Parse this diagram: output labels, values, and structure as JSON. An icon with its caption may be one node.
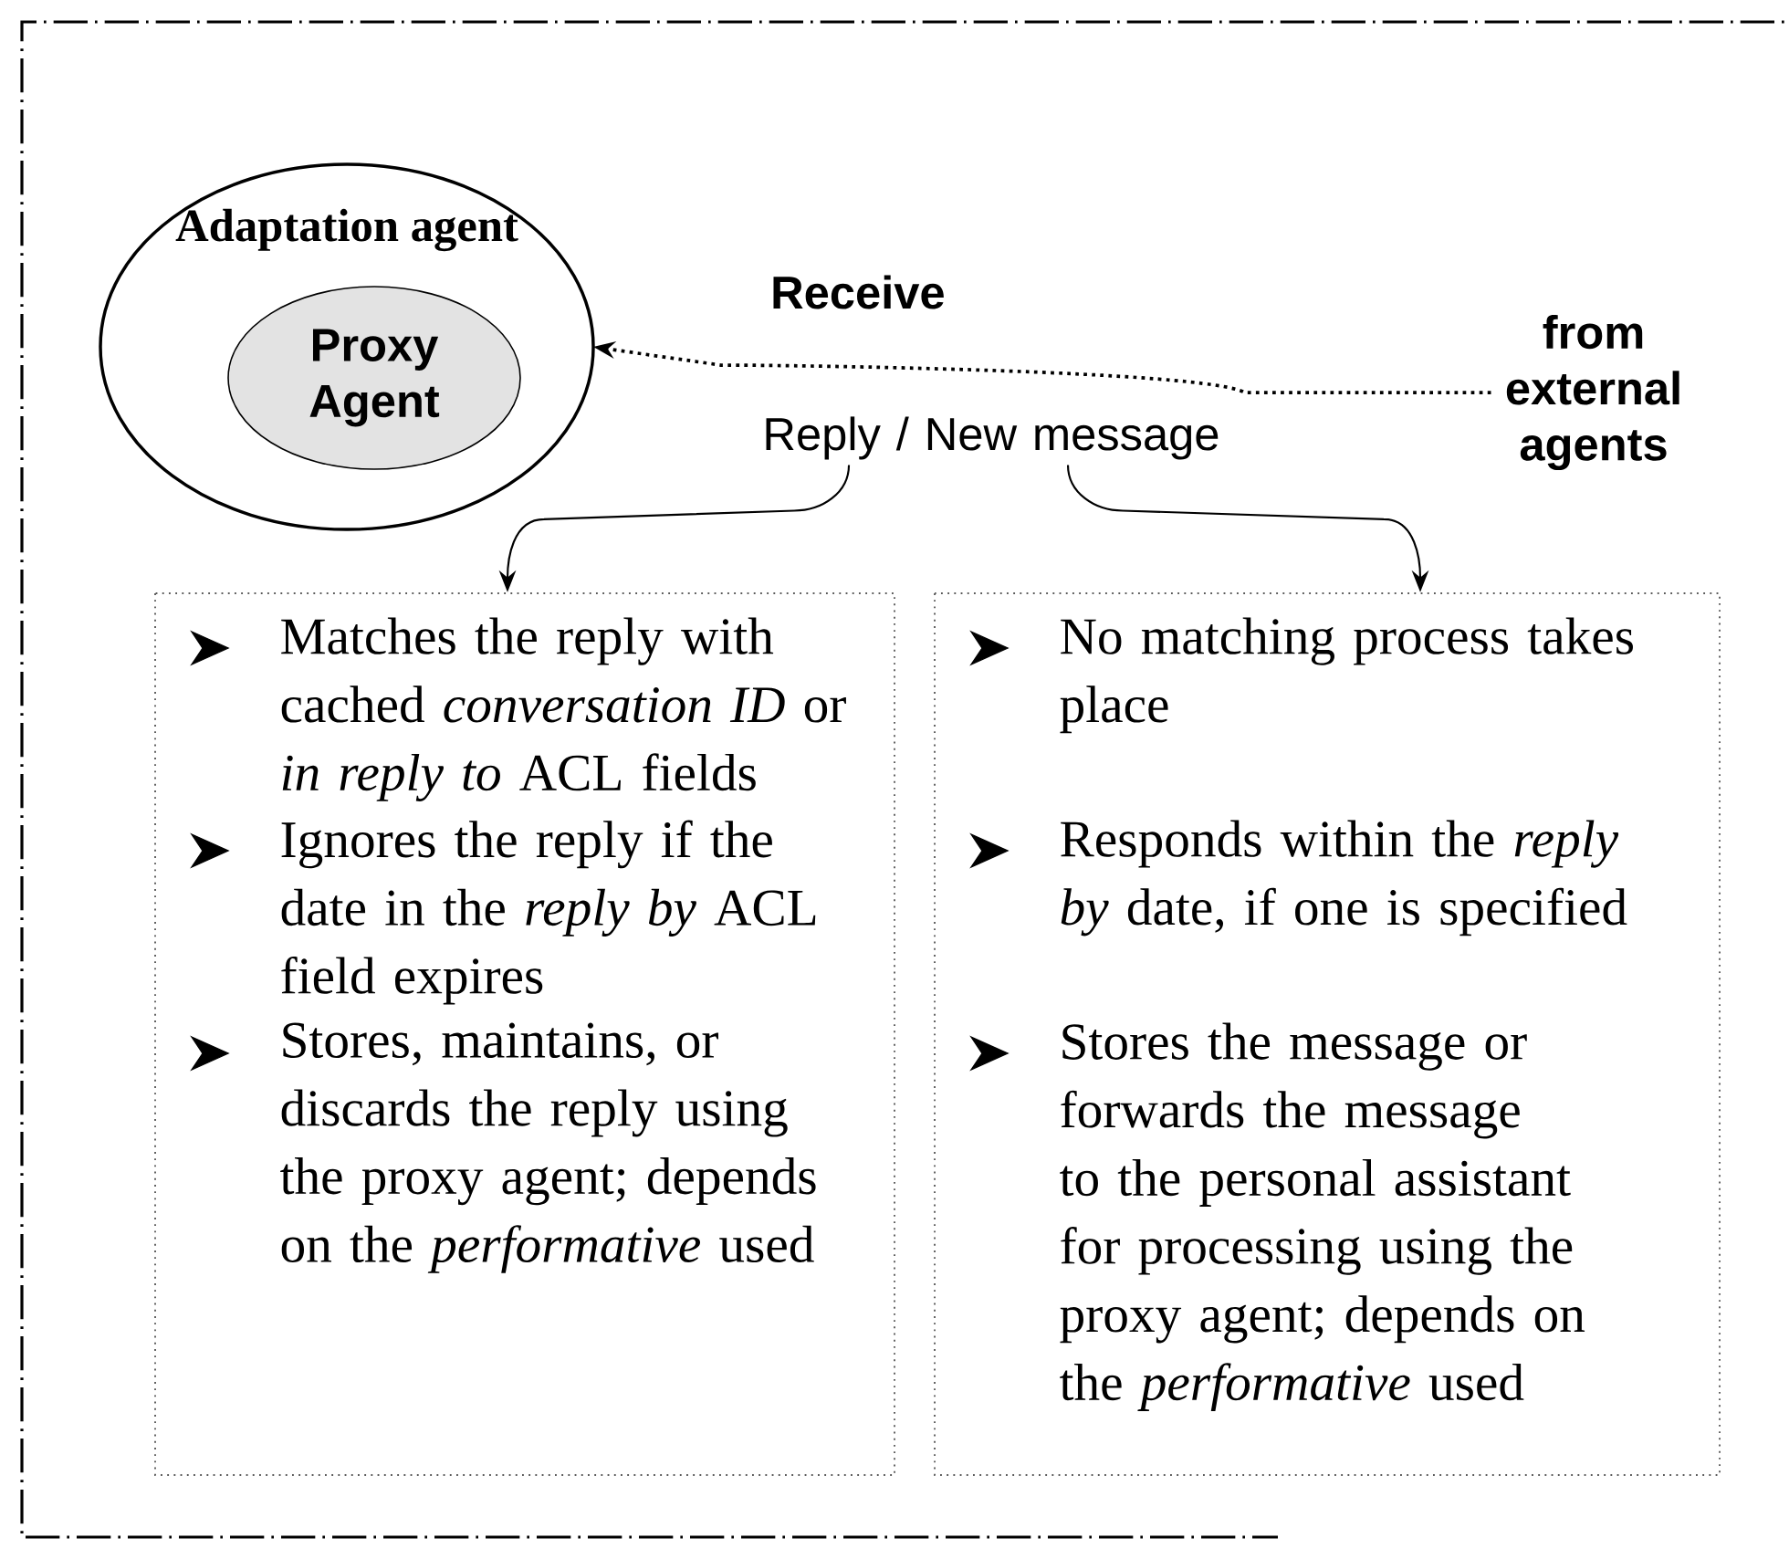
{
  "diagram": {
    "nodes": [
      {
        "text": [
          "Adaptation agent"
        ]
      },
      {
        "text": [
          "Proxy Agent"
        ],
        "in": 0
      },
      {
        "text": [
          "from external agents"
        ]
      },
      {
        "text": [
          "Reply / New message"
        ]
      },
      {
        "text": [
          "Matches the reply with cached *conversation ID* or *in reply to* ACL fields",
          "Ignores the reply if the date in the *reply by* ACL field expires",
          "Stores, maintains, or discards the reply using the proxy agent; depends on the *performative* used"
        ]
      },
      {
        "text": [
          "No matching process takes place",
          "Responds within the *reply by* date, if one is specified",
          "Stores the message or forwards the message to the personal assistant for processing using the proxy agent; depends on the *performative* used"
        ]
      }
    ],
    "edges": [
      {
        "from": 2,
        "to": 0,
        "arrow": "to",
        "style": "dashed",
        "label": "Receive"
      },
      {
        "from": 3,
        "to": 4,
        "arrow": "to"
      },
      {
        "from": 3,
        "to": 5,
        "arrow": "to"
      }
    ]
  }
}
